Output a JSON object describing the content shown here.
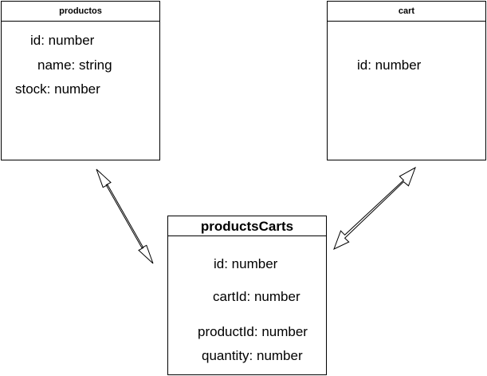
{
  "entities": {
    "productos": {
      "title": "productos",
      "fields": [
        "id: number",
        "name: string",
        "stock: number"
      ]
    },
    "cart": {
      "title": "cart",
      "fields": [
        "id: number"
      ]
    },
    "productsCarts": {
      "title": "productsCarts",
      "fields": [
        "id: number",
        "cartId: number",
        "productId: number",
        "quantity: number"
      ]
    }
  },
  "colors": {
    "stroke": "#000000",
    "fill": "#ffffff"
  }
}
